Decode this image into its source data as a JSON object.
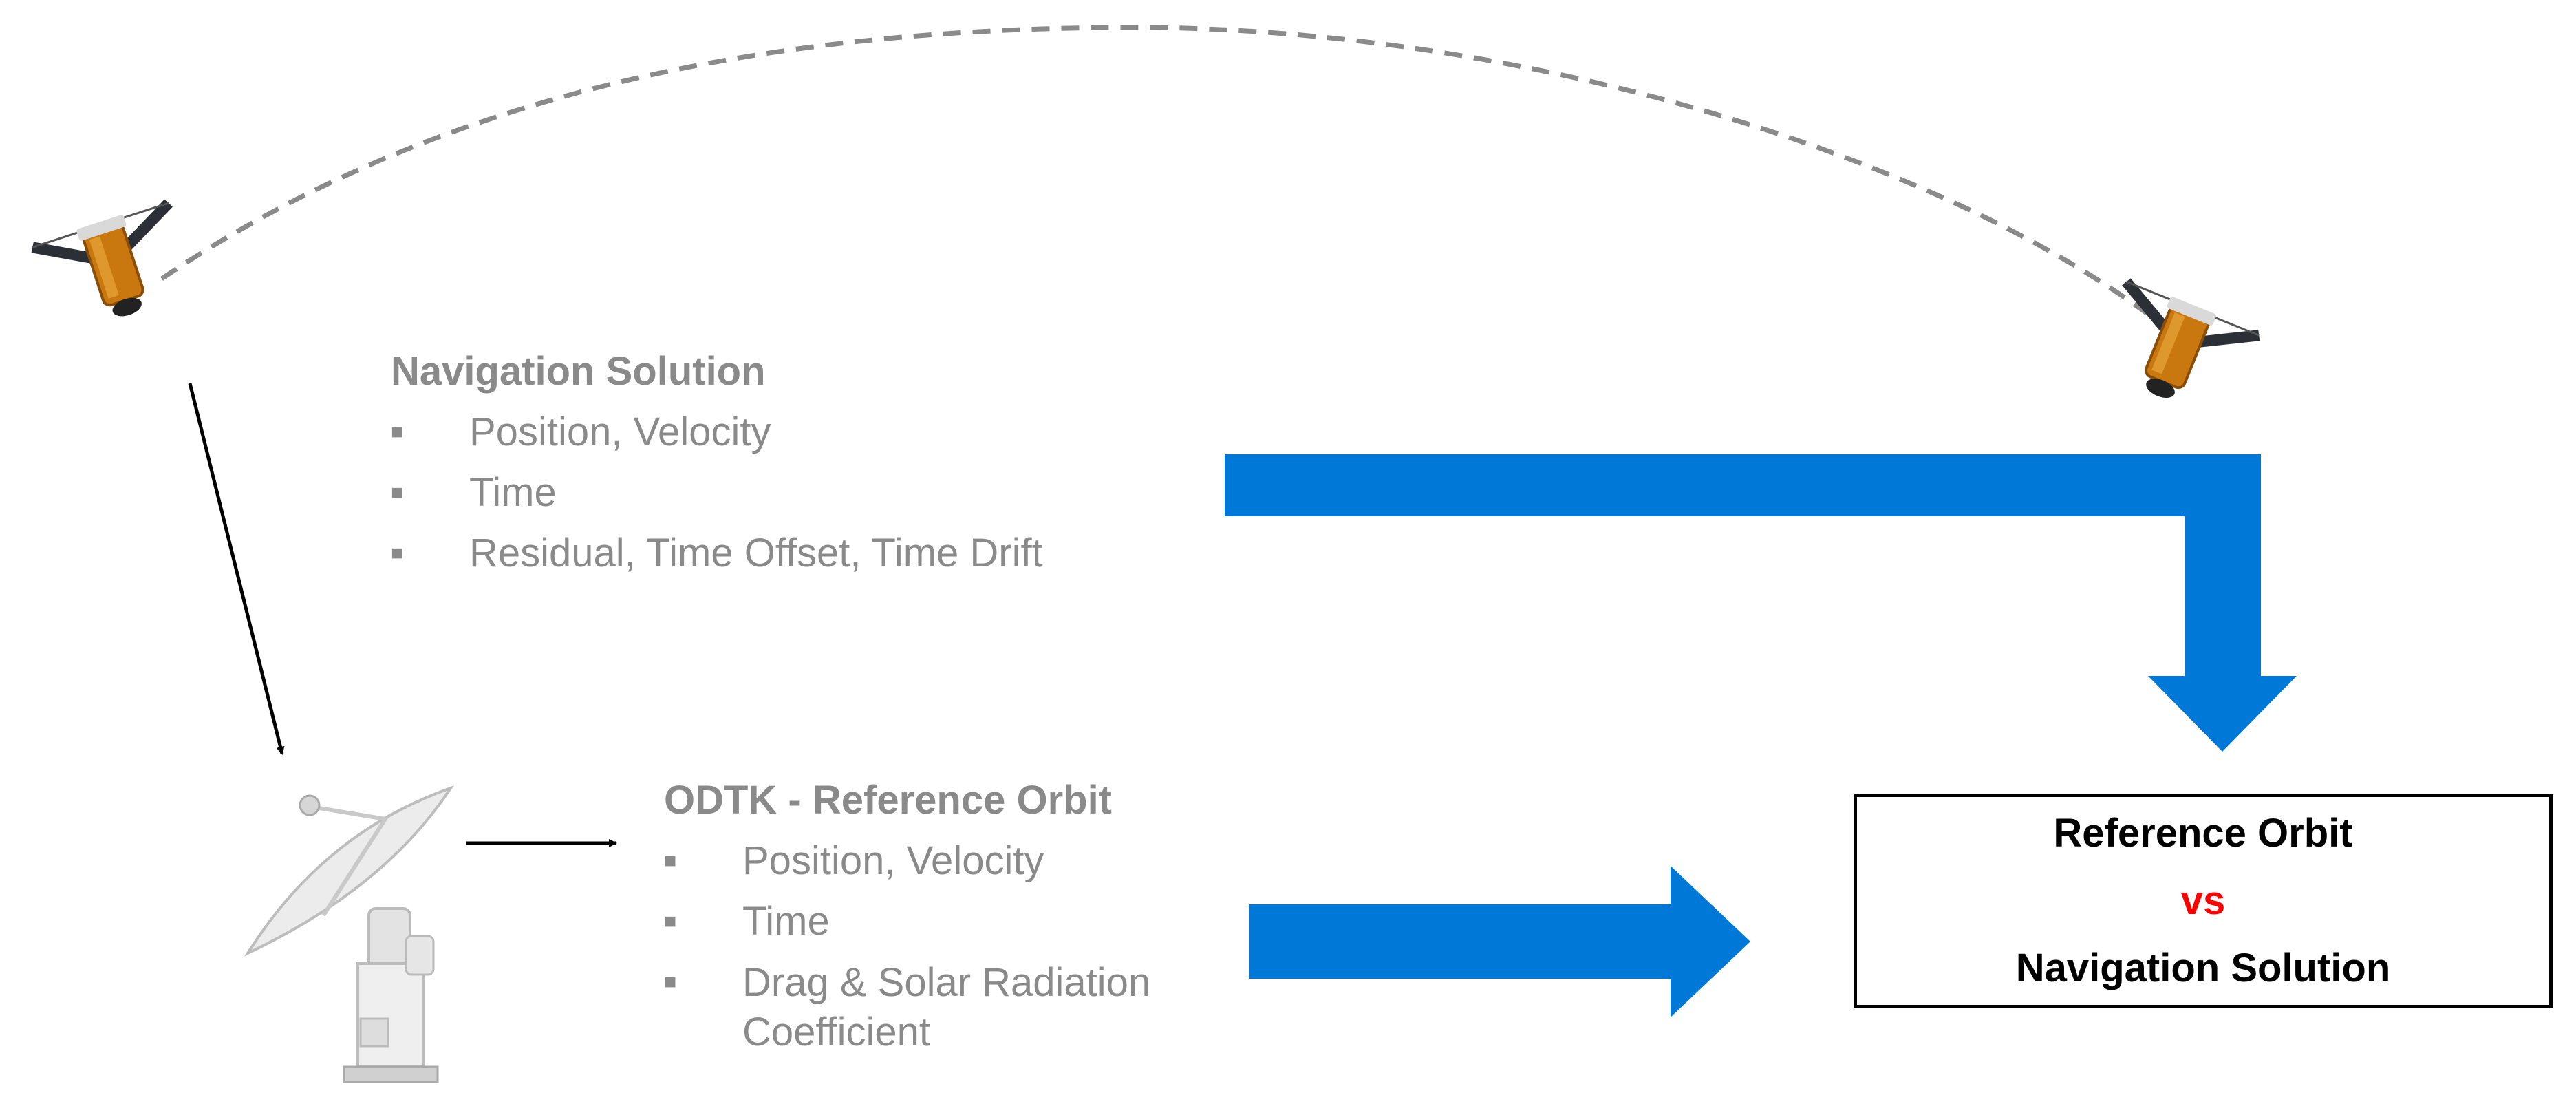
{
  "navigation_solution": {
    "title": "Navigation Solution",
    "items": [
      "Position, Velocity",
      "Time",
      "Residual, Time Offset, Time Drift"
    ]
  },
  "odtk_reference_orbit": {
    "title": "ODTK - Reference Orbit",
    "items": [
      "Position, Velocity",
      "Time",
      "Drag & Solar Radiation Coefficient"
    ]
  },
  "comparison_box": {
    "line1": "Reference Orbit",
    "vs": "vs",
    "line3": "Navigation Solution"
  },
  "colors": {
    "arrow_blue": "#0078D7",
    "label_gray": "#8a8a8a",
    "vs_red": "#ff0000",
    "satellite_body": "#c8780e",
    "solar_panel": "#2b2f36"
  },
  "icons": [
    "satellite-icon",
    "satellite-icon",
    "ground-antenna-icon"
  ]
}
